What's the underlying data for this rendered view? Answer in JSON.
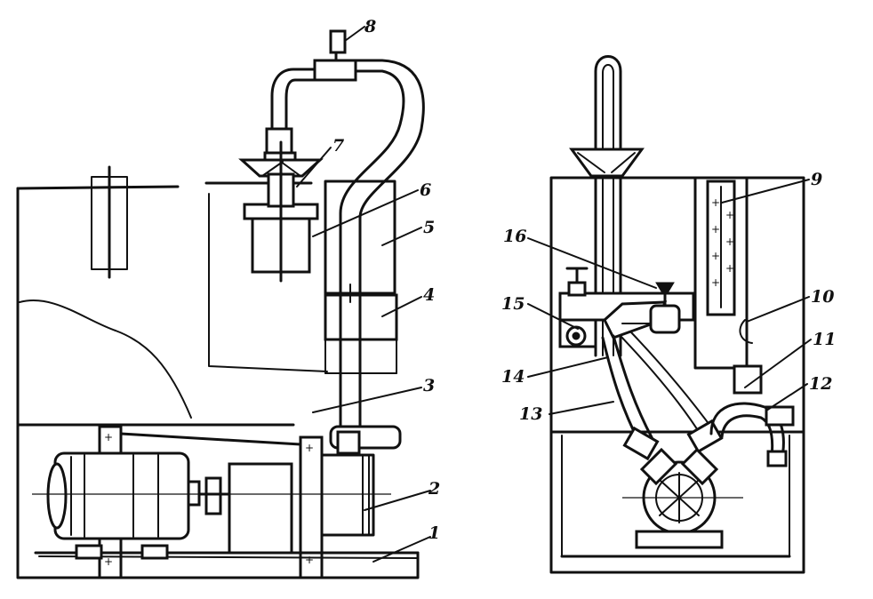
{
  "figure": {
    "labels": [
      {
        "id": "1",
        "text": "1"
      },
      {
        "id": "2",
        "text": "2"
      },
      {
        "id": "3",
        "text": "3"
      },
      {
        "id": "4",
        "text": "4"
      },
      {
        "id": "5",
        "text": "5"
      },
      {
        "id": "6",
        "text": "6"
      },
      {
        "id": "7",
        "text": "7"
      },
      {
        "id": "8",
        "text": "8"
      },
      {
        "id": "9",
        "text": "9"
      },
      {
        "id": "10",
        "text": "10"
      },
      {
        "id": "11",
        "text": "11"
      },
      {
        "id": "12",
        "text": "12"
      },
      {
        "id": "13",
        "text": "13"
      },
      {
        "id": "14",
        "text": "14"
      },
      {
        "id": "15",
        "text": "15"
      },
      {
        "id": "16",
        "text": "16"
      }
    ]
  }
}
